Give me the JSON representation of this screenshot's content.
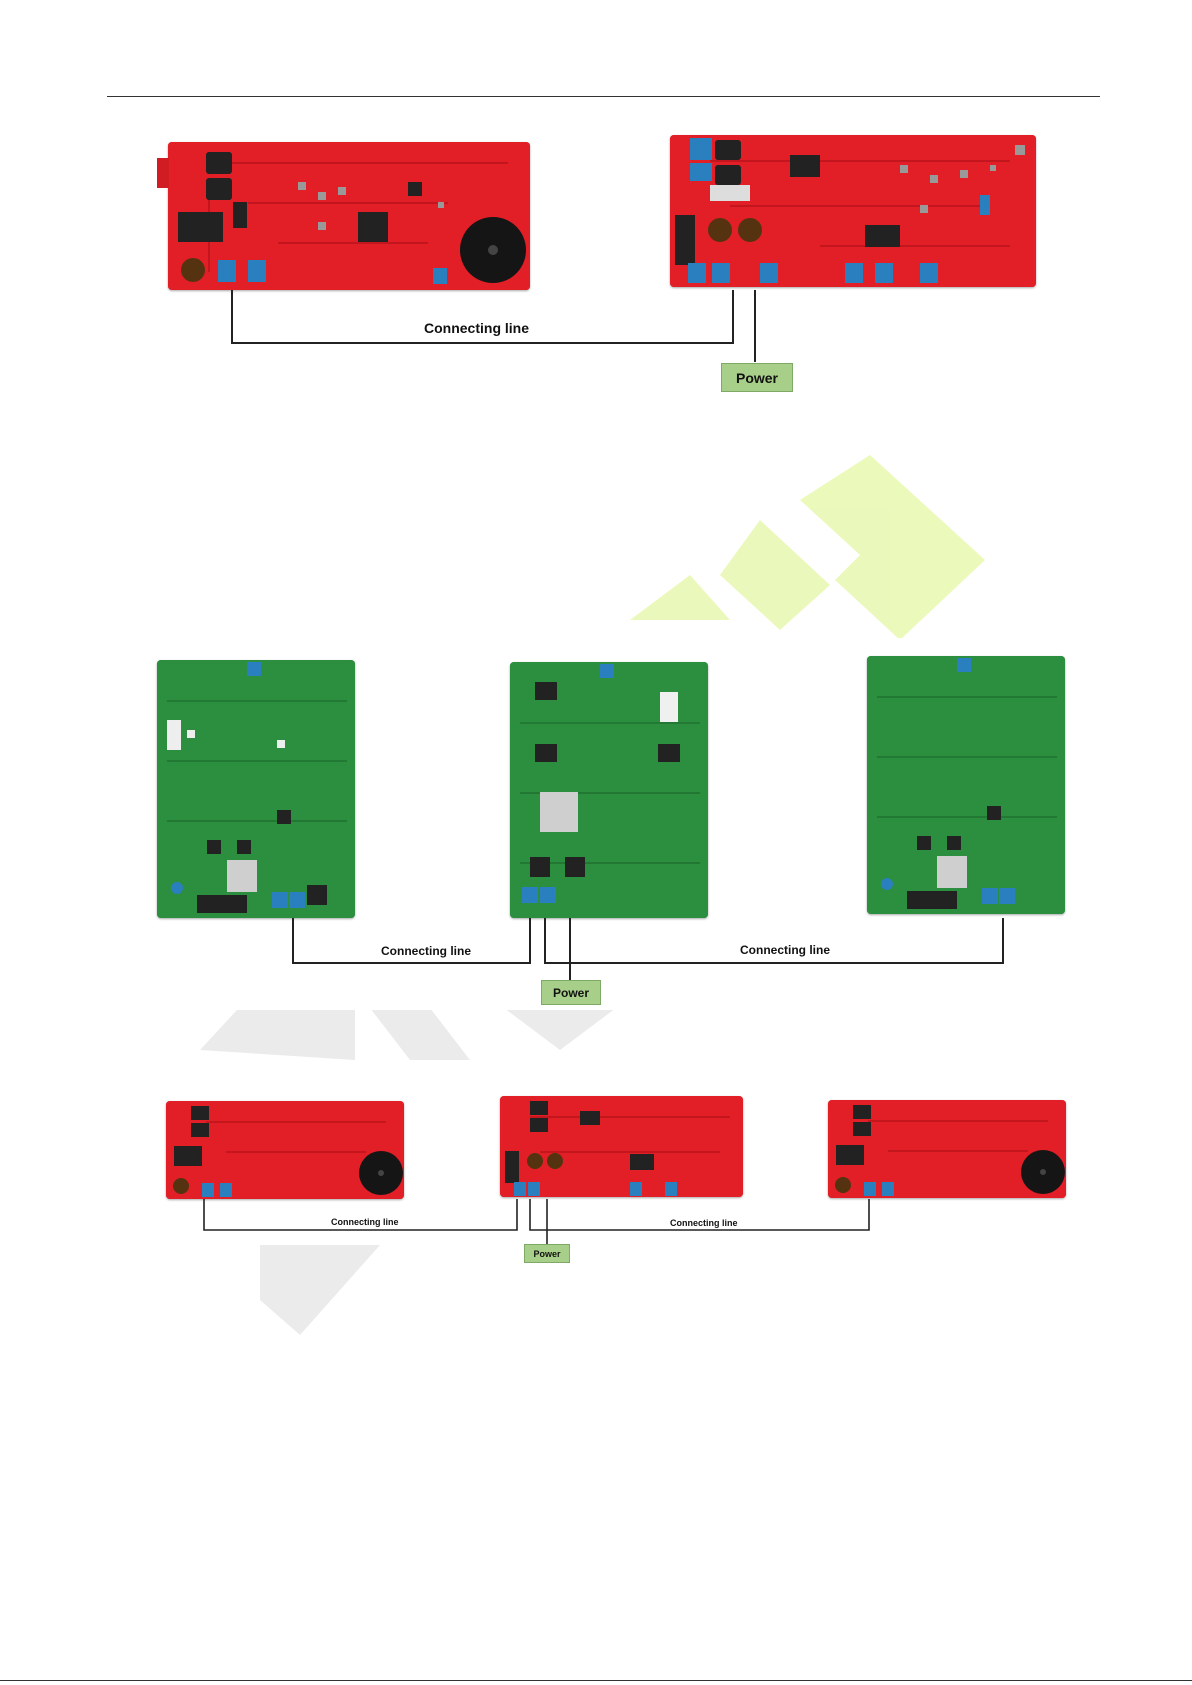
{
  "labels": {
    "connecting_line": "Connecting line",
    "power": "Power"
  },
  "colors": {
    "red_board": "#e21f26",
    "green_board": "#2b8f3f",
    "power_tag": "#a8cf8a",
    "watermark_green": "#e8f7b0",
    "watermark_gray": "#ececec"
  },
  "icons": {
    "board": "pcb-board-photo",
    "buzzer": "buzzer-icon",
    "terminal": "terminal-block-icon",
    "heatsink": "heatsink-icon"
  }
}
